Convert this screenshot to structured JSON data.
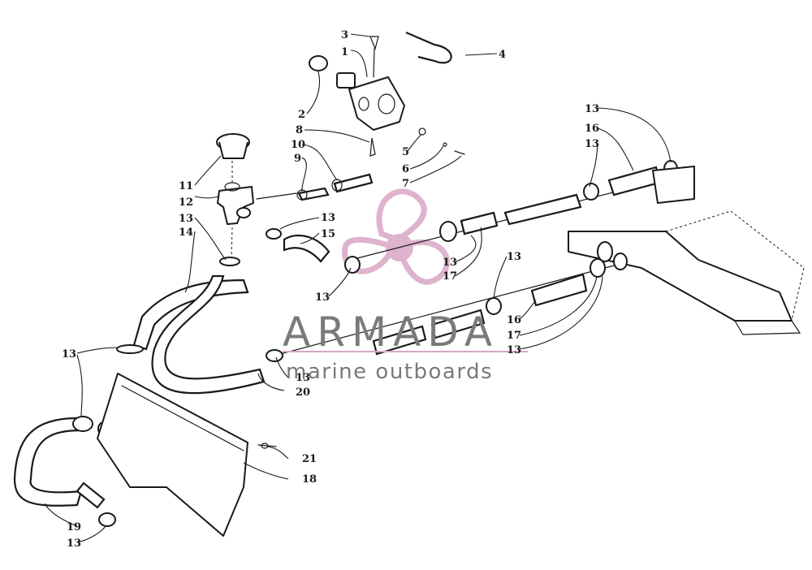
{
  "watermark": {
    "brand": "ARMADA",
    "tagline": "marine outboards",
    "accent_color": "#d9a6c6",
    "text_color": "#7a7a7a"
  },
  "callouts": [
    "1",
    "2",
    "3",
    "4",
    "5",
    "6",
    "7",
    "8",
    "9",
    "10",
    "11",
    "12",
    "13",
    "14",
    "15",
    "16",
    "17",
    "18",
    "19",
    "20",
    "21"
  ]
}
